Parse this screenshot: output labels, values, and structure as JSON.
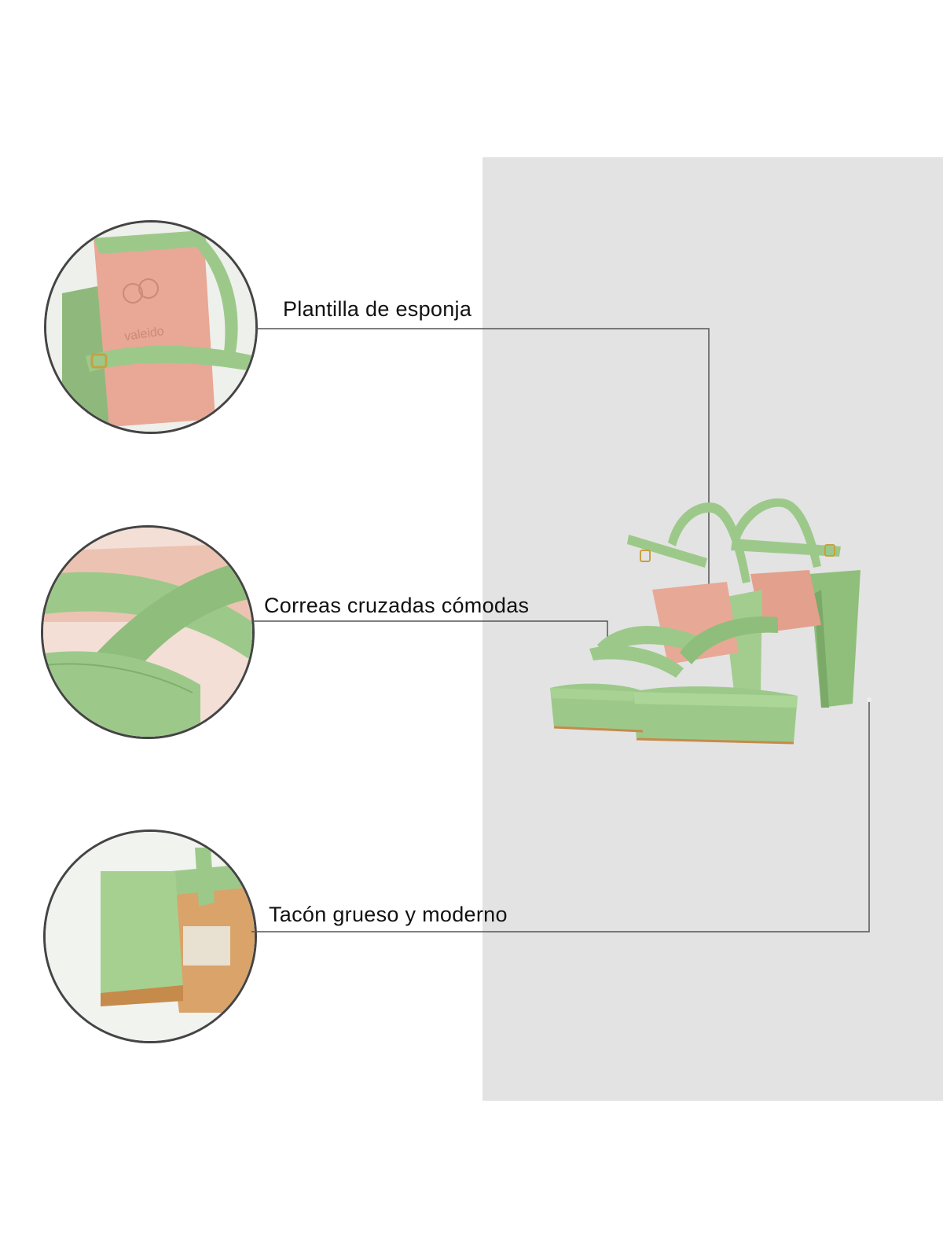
{
  "callouts": [
    {
      "id": "insole",
      "label": "Plantilla de esponja",
      "icon": "insole-closeup-icon"
    },
    {
      "id": "straps",
      "label": "Correas cruzadas cómodas",
      "icon": "strap-closeup-icon"
    },
    {
      "id": "heel",
      "label": "Tacón grueso y moderno",
      "icon": "heel-closeup-icon"
    }
  ],
  "colors": {
    "shoe_green": "#9cc98a",
    "shoe_green_dark": "#7fb06d",
    "lining_pink": "#e8a893",
    "panel_gray": "#e3e3e3",
    "line_gray": "#555555"
  }
}
